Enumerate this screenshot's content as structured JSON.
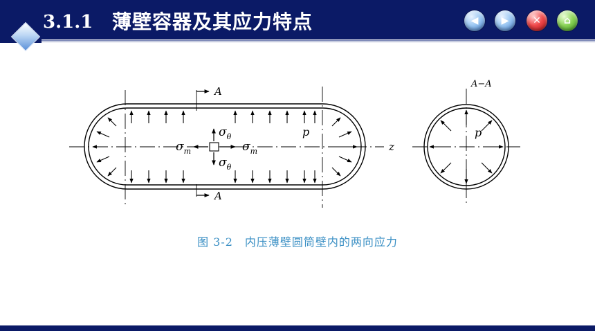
{
  "header": {
    "section_number": "3.1.1",
    "section_title": "薄壁容器及其应力特点",
    "background_color": "#0b1a66",
    "nav_buttons": [
      {
        "name": "back",
        "glyph": "◀",
        "icon": "back-arrow-icon",
        "color": "#3c77c9"
      },
      {
        "name": "forward",
        "glyph": "▶",
        "icon": "forward-arrow-icon",
        "color": "#3c77c9"
      },
      {
        "name": "close",
        "glyph": "✕",
        "icon": "close-icon",
        "color": "#d0181e"
      },
      {
        "name": "home",
        "glyph": "⌂",
        "icon": "home-icon",
        "color": "#4aa82a"
      }
    ]
  },
  "diagram": {
    "section_label_top": "A",
    "section_label_bottom": "A",
    "hoop_stress_symbol": "σ",
    "hoop_stress_sub": "θ",
    "axial_stress_symbol": "σ",
    "axial_stress_sub": "m",
    "pressure_label": "p",
    "axis_label": "z",
    "section_view_title": "A−A",
    "section_pressure_label": "p"
  },
  "caption": {
    "text": "图 3-2　内压薄壁圆筒壁内的两向应力",
    "color": "#3a8fc4"
  }
}
